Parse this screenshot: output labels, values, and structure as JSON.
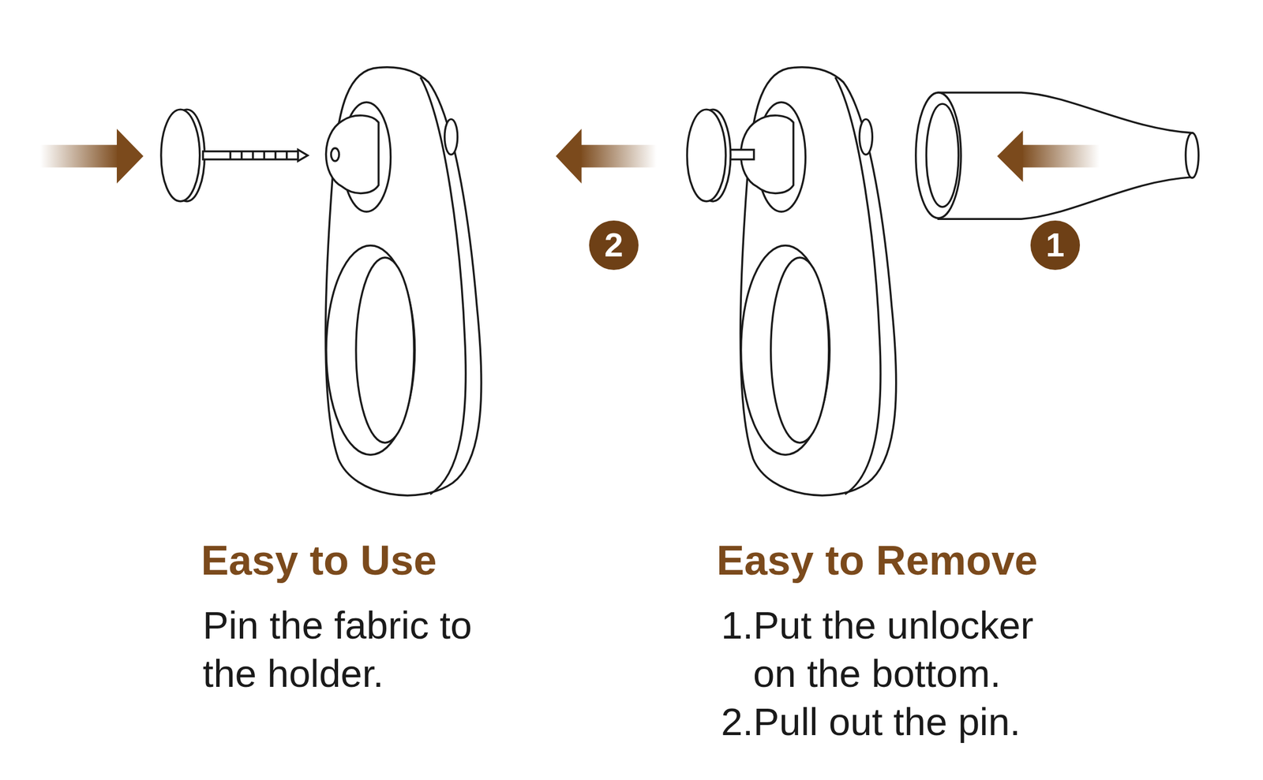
{
  "diagram": {
    "nodes": [
      {
        "text": [
          "2"
        ]
      },
      {
        "text": [
          "1"
        ]
      }
    ],
    "labels": [
      "Easy to Use",
      "Pin the fabric to the holder.",
      "Easy to Remove",
      "1.Put the unlocker on the bottom.",
      "2.Pull out the pin."
    ]
  }
}
